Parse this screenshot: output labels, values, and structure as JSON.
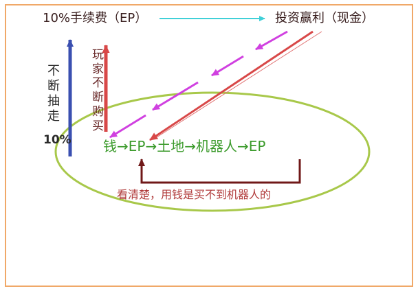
{
  "labels": {
    "fee": "10%手续费（EP）",
    "profit": "投资赢利（现金）",
    "withdraw_chars": [
      "不",
      "断",
      "抽",
      "走"
    ],
    "withdraw_pct": "10%",
    "buy_chars": [
      "玩",
      "家",
      "不",
      "断",
      "购",
      "买"
    ],
    "note": "看清楚，用钱是买不到机器人的"
  },
  "chain": {
    "nodes": [
      "钱",
      "EP",
      "土地",
      "机器人",
      "EP"
    ],
    "arrow": "→"
  },
  "colors": {
    "frame": "#f0a868",
    "ellipse": "#a8c84a",
    "fee_arrow": "#40d0d8",
    "pink_arrows": "#d040e0",
    "withdraw_arrow": "#3a4fb0",
    "buy_arrow": "#d84848",
    "return_loop": "#701818",
    "chain_text": "#3a9a2a",
    "note_text": "#b03a3a"
  }
}
